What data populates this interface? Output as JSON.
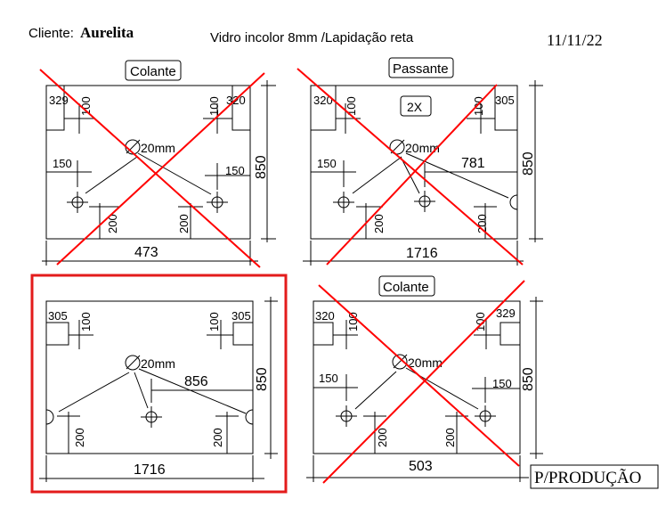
{
  "header": {
    "client_label": "Cliente:",
    "client_name": "Aurelita",
    "spec": "Vidro incolor 8mm /Lapidação reta",
    "date": "11/11/22"
  },
  "panels": [
    {
      "tag": "Colante",
      "hole": "20mm",
      "width": "473",
      "height": "850",
      "corner_left": "329",
      "corner_right": "320",
      "vert_left": "100",
      "vert_right": "100",
      "side_left": "150",
      "side_right": "150",
      "bottom_left": "200",
      "bottom_right": "200",
      "crossed": true
    },
    {
      "tag": "Passante",
      "qty": "2X",
      "hole": "20mm",
      "width": "1716",
      "height": "850",
      "corner_left": "320",
      "corner_right": "305",
      "vert_left": "100",
      "vert_right": "100",
      "side_left": "150",
      "center_offset": "781",
      "bottom_left": "200",
      "bottom_right": "200",
      "crossed": true
    },
    {
      "hole": "20mm",
      "width": "1716",
      "height": "850",
      "corner_left": "305",
      "corner_right": "305",
      "vert_left": "100",
      "vert_right": "100",
      "center_offset": "856",
      "bottom_left": "200",
      "bottom_right": "200",
      "selected": true
    },
    {
      "tag": "Colante",
      "hole": "20mm",
      "width": "503",
      "height": "850",
      "corner_left": "320",
      "corner_right": "329",
      "vert_left": "100",
      "vert_right": "100",
      "side_left": "150",
      "side_right": "150",
      "bottom_left": "200",
      "bottom_right": "200",
      "crossed": true
    }
  ],
  "stamp": "P/PRODUÇÃO",
  "colors": {
    "cross": "#ff0000",
    "highlight": "#e31b1b",
    "ink": "#000000"
  }
}
